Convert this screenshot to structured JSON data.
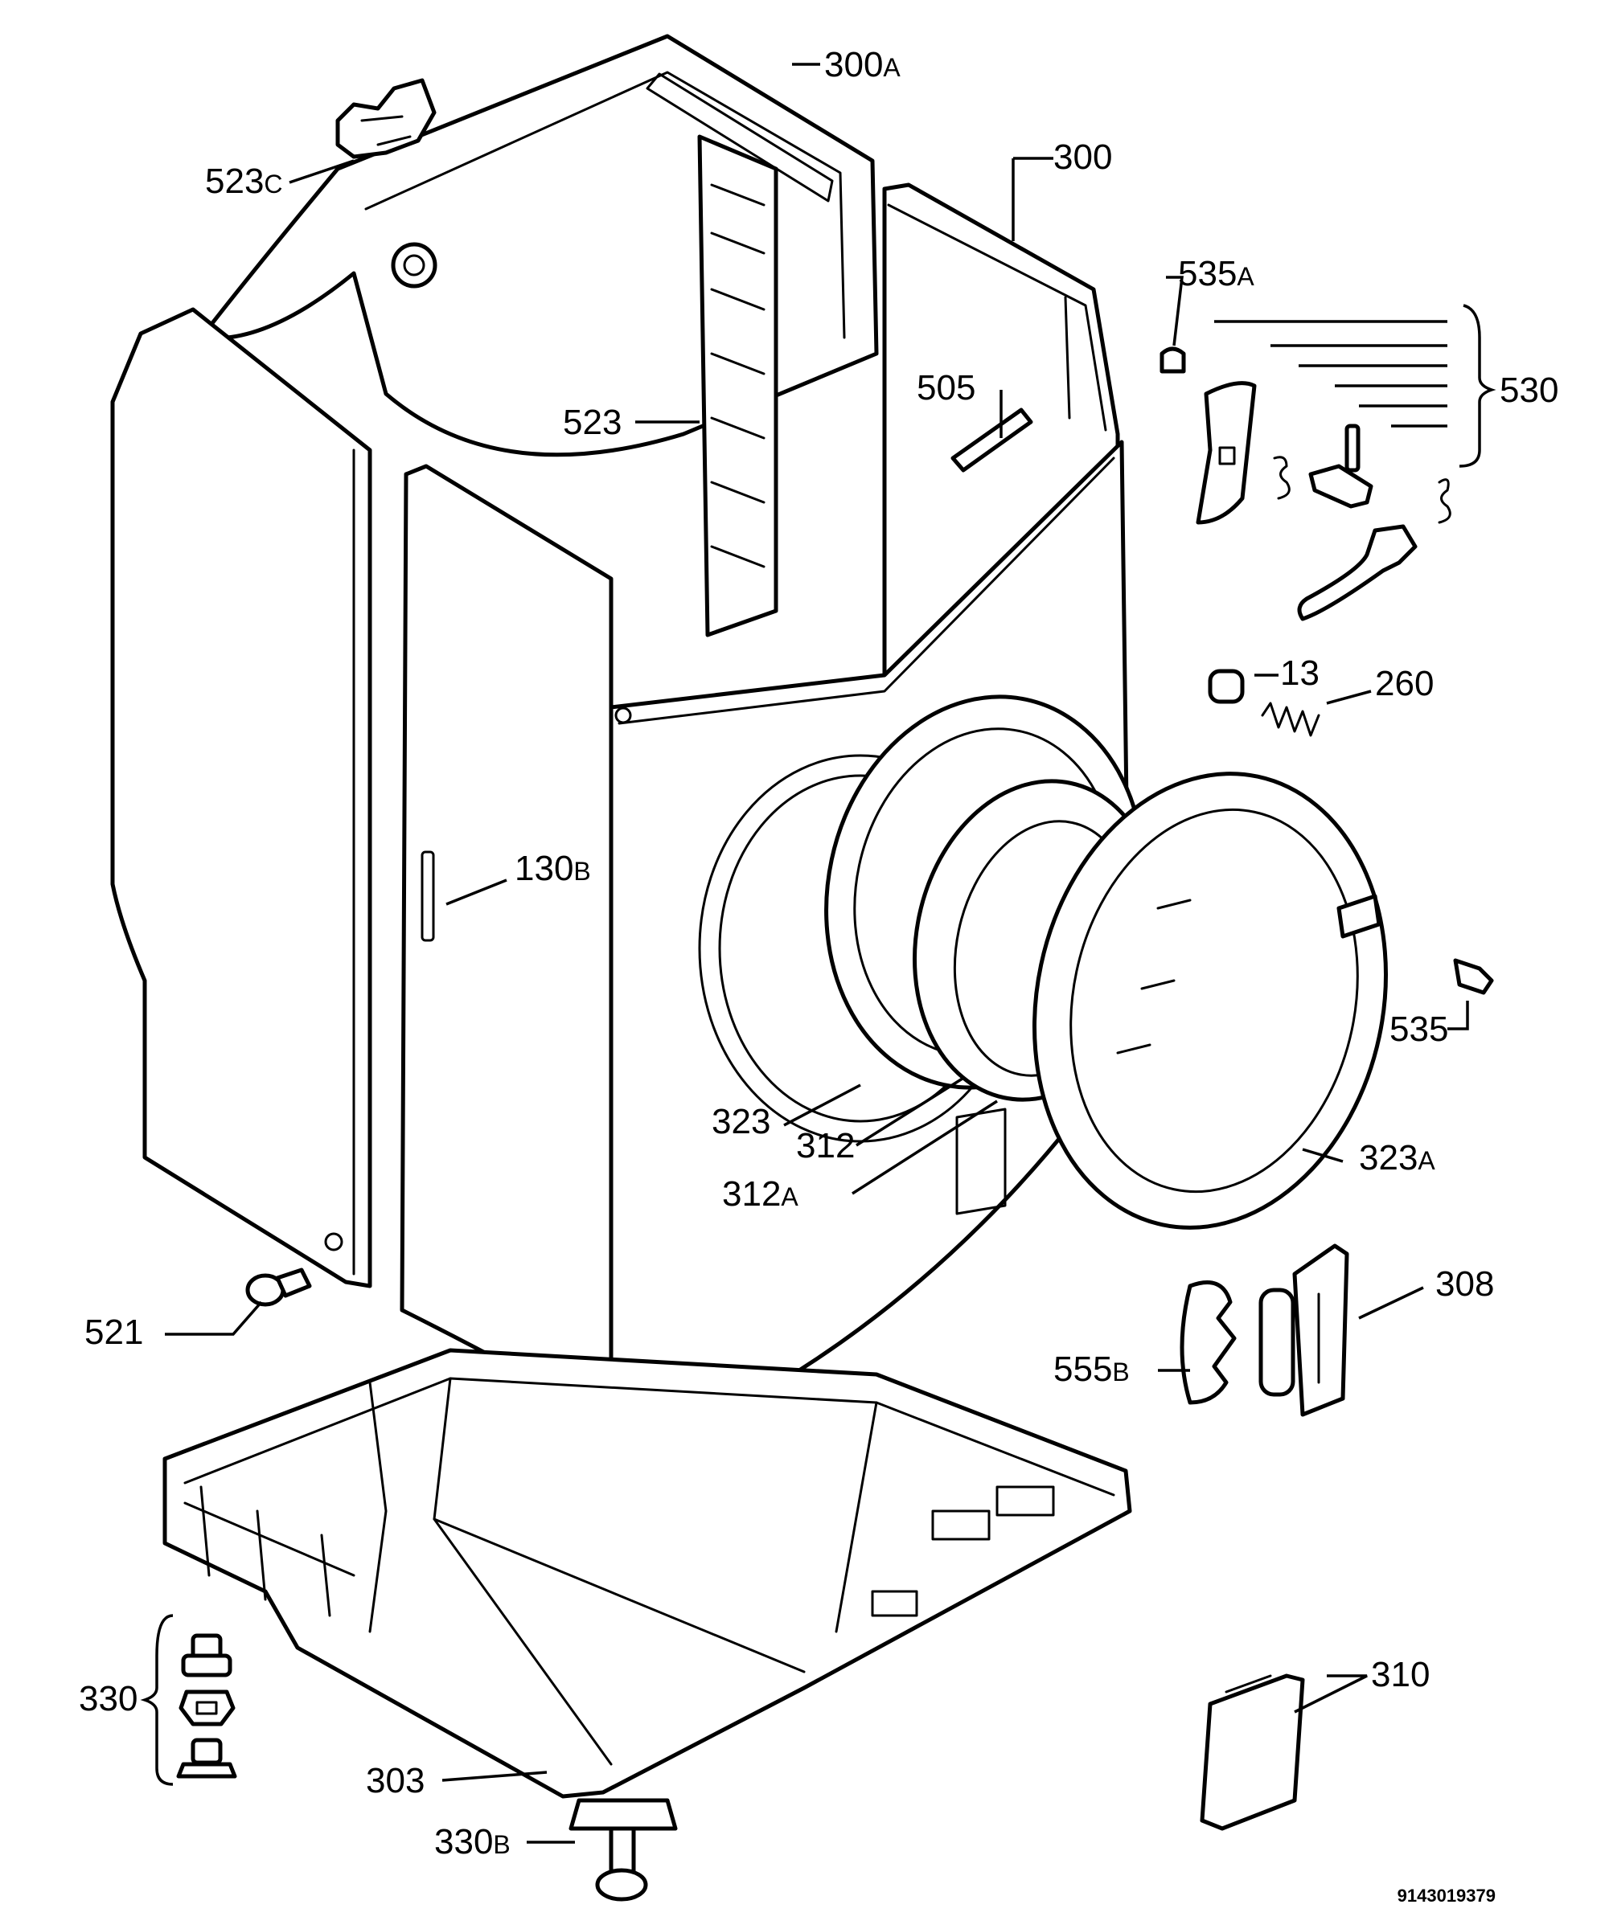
{
  "labels": {
    "l300a": {
      "num": "300",
      "suffix": "A"
    },
    "l523c": {
      "num": "523",
      "suffix": "C"
    },
    "l300": {
      "num": "300",
      "suffix": ""
    },
    "l535a": {
      "num": "535",
      "suffix": "A"
    },
    "l530": {
      "num": "530",
      "suffix": ""
    },
    "l505": {
      "num": "505",
      "suffix": ""
    },
    "l523": {
      "num": "523",
      "suffix": ""
    },
    "l13": {
      "num": "13",
      "suffix": ""
    },
    "l260": {
      "num": "260",
      "suffix": ""
    },
    "l130b": {
      "num": "130",
      "suffix": "B"
    },
    "l535": {
      "num": "535",
      "suffix": ""
    },
    "l323": {
      "num": "323",
      "suffix": ""
    },
    "l312": {
      "num": "312",
      "suffix": ""
    },
    "l312a": {
      "num": "312",
      "suffix": "A"
    },
    "l323a": {
      "num": "323",
      "suffix": "A"
    },
    "l308": {
      "num": "308",
      "suffix": ""
    },
    "l521": {
      "num": "521",
      "suffix": ""
    },
    "l555b": {
      "num": "555",
      "suffix": "B"
    },
    "l330": {
      "num": "330",
      "suffix": ""
    },
    "l310": {
      "num": "310",
      "suffix": ""
    },
    "l303": {
      "num": "303",
      "suffix": ""
    },
    "l330b": {
      "num": "330",
      "suffix": "B"
    }
  },
  "document_id": "9143019379"
}
